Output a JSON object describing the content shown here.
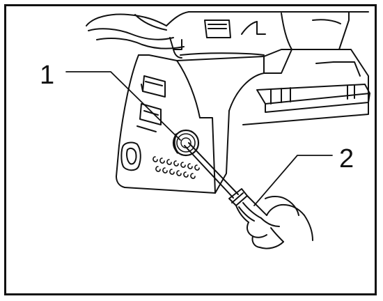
{
  "figure": {
    "callouts": [
      {
        "number": "1",
        "part": "brush-holder-cap"
      },
      {
        "number": "2",
        "part": "screwdriver"
      }
    ],
    "line_color": "#111111",
    "background": "#ffffff"
  }
}
